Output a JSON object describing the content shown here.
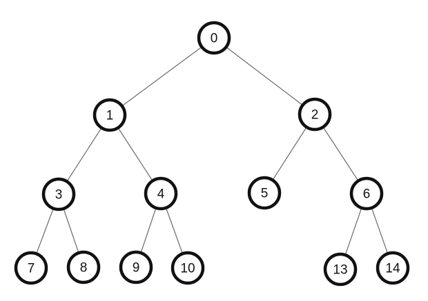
{
  "tree": {
    "nodes": [
      {
        "id": "0"
      },
      {
        "id": "1"
      },
      {
        "id": "2"
      },
      {
        "id": "3"
      },
      {
        "id": "4"
      },
      {
        "id": "5"
      },
      {
        "id": "6"
      },
      {
        "id": "7"
      },
      {
        "id": "8"
      },
      {
        "id": "9"
      },
      {
        "id": "10"
      },
      {
        "id": "13"
      },
      {
        "id": "14"
      }
    ],
    "edges": [
      [
        "0",
        "1"
      ],
      [
        "0",
        "2"
      ],
      [
        "1",
        "3"
      ],
      [
        "1",
        "4"
      ],
      [
        "2",
        "5"
      ],
      [
        "2",
        "6"
      ],
      [
        "3",
        "7"
      ],
      [
        "3",
        "8"
      ],
      [
        "4",
        "9"
      ],
      [
        "4",
        "10"
      ],
      [
        "6",
        "13"
      ],
      [
        "6",
        "14"
      ]
    ]
  }
}
